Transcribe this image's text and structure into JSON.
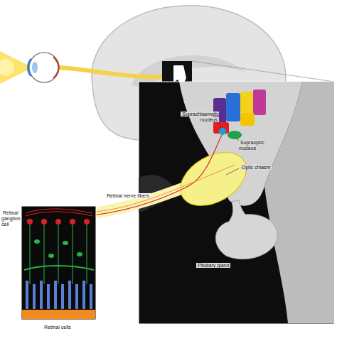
{
  "diagram": {
    "labels": [
      "Suprachiasmatic nucleus",
      "Supraoptic nucleus",
      "Optic chiasm",
      "Pituitary gland",
      "Retinal nerve fibers",
      "Retinal ganglion cell",
      "Retinal cells"
    ]
  }
}
